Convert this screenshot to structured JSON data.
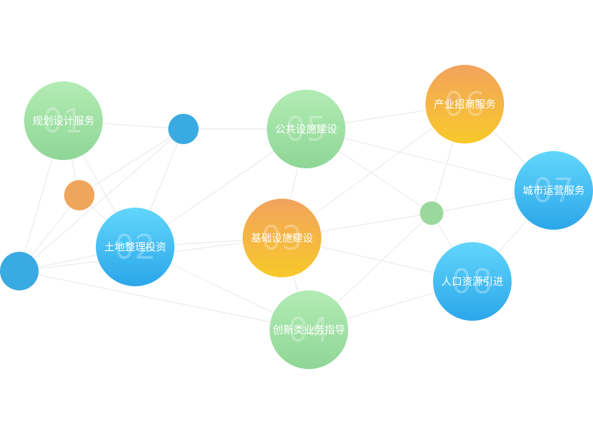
{
  "nodes": [
    {
      "num": "01",
      "label": "规划设计服务",
      "color": "green"
    },
    {
      "num": "02",
      "label": "土地整理投资",
      "color": "blue"
    },
    {
      "num": "03",
      "label": "基础设施建设",
      "color": "orange"
    },
    {
      "num": "04",
      "label": "创新类业务指导",
      "color": "green"
    },
    {
      "num": "05",
      "label": "公共设施建设",
      "color": "green"
    },
    {
      "num": "06",
      "label": "产业招商服务",
      "color": "orange"
    },
    {
      "num": "07",
      "label": "城市运营服务",
      "color": "blue"
    },
    {
      "num": "08",
      "label": "人口资源引进",
      "color": "blue"
    }
  ],
  "dots": [
    {
      "color": "blue"
    },
    {
      "color": "orange"
    },
    {
      "color": "blue"
    },
    {
      "color": "green"
    }
  ],
  "colors": {
    "green": [
      "#b2ecb4",
      "#8fd696"
    ],
    "blue": [
      "#62d6fb",
      "#2ba6ea"
    ],
    "orange": [
      "#f2a35d",
      "#f8c92a"
    ],
    "dot_blue": "#3aaae3",
    "dot_orange": "#f0a55c",
    "dot_green": "#9bd89d",
    "edge": "#e6e6e6"
  }
}
